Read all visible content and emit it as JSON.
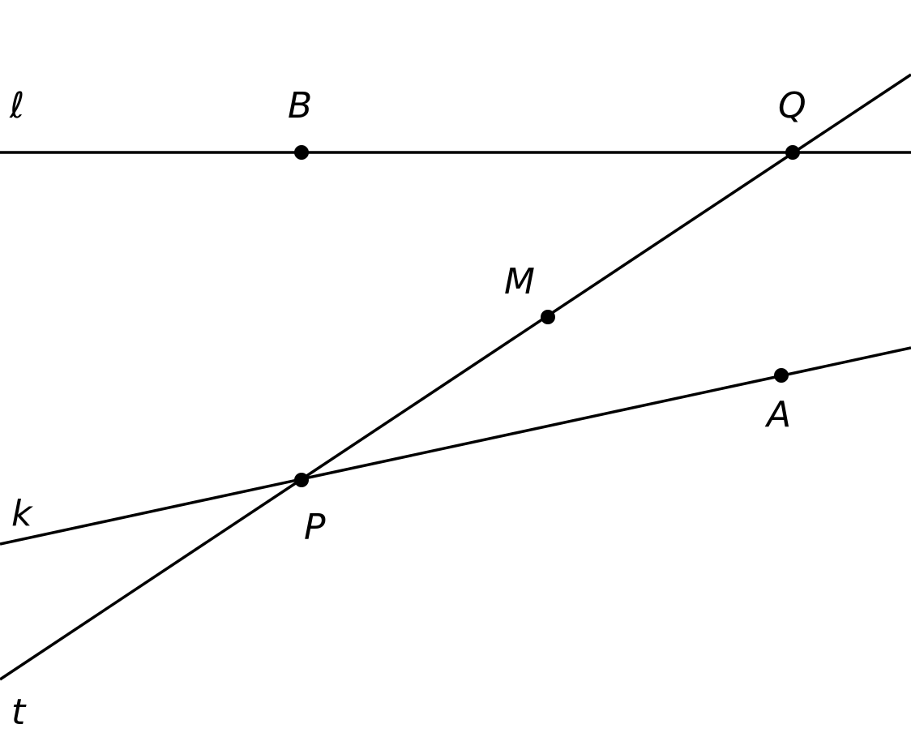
{
  "diagram": {
    "lines": {
      "l": {
        "label": "ℓ"
      },
      "k": {
        "label": "k"
      },
      "t": {
        "label": "t"
      }
    },
    "points": {
      "B": {
        "label": "B"
      },
      "Q": {
        "label": "Q"
      },
      "M": {
        "label": "M"
      },
      "A": {
        "label": "A"
      },
      "P": {
        "label": "P"
      }
    },
    "colors": {
      "ink": "#000000",
      "background": "#ffffff"
    }
  }
}
